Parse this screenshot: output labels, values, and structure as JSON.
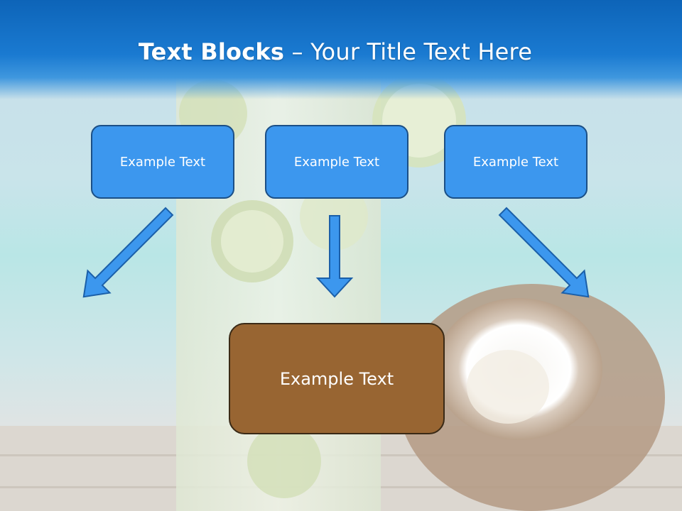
{
  "slide": {
    "title_bold": "Text Blocks",
    "title_dash": " – ",
    "title_rest": "Your Title Text Here"
  },
  "blocks": [
    {
      "label": "Example Text"
    },
    {
      "label": "Example Text"
    },
    {
      "label": "Example Text"
    }
  ],
  "main_block": {
    "label": "Example Text"
  },
  "colors": {
    "title_bar": "#1a7ad1",
    "small_box": "#3c97ee",
    "main_box": "#986532",
    "arrow": "#3c97ee"
  },
  "icons": [
    "arrow-down-right-icon",
    "arrow-down-icon",
    "arrow-down-left-icon"
  ]
}
